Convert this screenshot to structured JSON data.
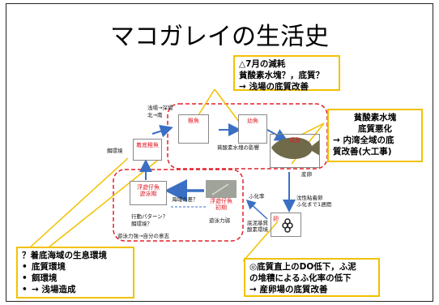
{
  "title": "マコガレイの生活史",
  "callouts": {
    "summer": [
      "△7月の減耗",
      "貧酸素水塊？，底質？",
      "→ 浅場の底質改善"
    ],
    "adult": [
      "貧酸素水塊",
      "底質悪化",
      "→ 内湾全域の底",
      "質改善(大工事)"
    ],
    "settle": {
      "title": "？着底海域の生息環境",
      "items": [
        "底質環境",
        "餌環境",
        "→ 浅場造成"
      ]
    },
    "egg": [
      "◎底質直上のDO低下，ふ泥",
      "の堆積によるふ化率の低下",
      "→ 産卵場の底質改善"
    ]
  },
  "stages": {
    "juvenile_young": "稚魚",
    "juvenile": "幼魚",
    "settled": "着底稚魚",
    "adult": "成魚",
    "larva_early": [
      "浮遊仔魚",
      "初期"
    ],
    "larva_late": [
      "浮遊仔魚",
      "遊泳期"
    ],
    "egg": "卵"
  },
  "labels": {
    "shallow_deep": "浅場→深場",
    "north_south": "北→南",
    "feeding": "餌環境",
    "hypoxia_effect": "貧酸素水塊の影響",
    "spawning": "産卵",
    "sediment": [
      "底泥基質",
      "酸素環境"
    ],
    "adhesive": [
      "沈性粘着卵",
      "ふ化まで1週間"
    ],
    "hatch_rate": "ふ化率",
    "current_diff": "海域の差？",
    "behavior": [
      "行動パターン？",
      "餌環境？"
    ],
    "swim_ability": "遊泳力弱",
    "swim_strong": "遊泳力強→自分の意志"
  },
  "colors": {
    "callout_border": "#f2c100",
    "dashed": "#e0202a",
    "arrow": "#3a6fc4"
  }
}
